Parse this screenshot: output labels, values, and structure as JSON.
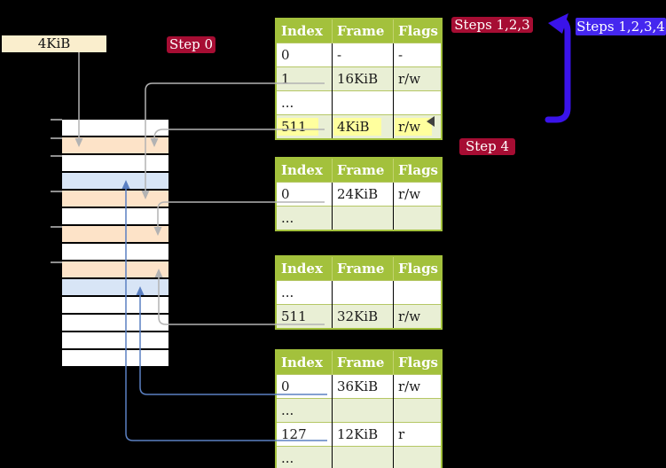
{
  "labels": {
    "frame_size_box": "4KiB",
    "step0": "Step 0",
    "steps_123": "Steps 1,2,3",
    "steps_1234": "Steps 1,2,3,4",
    "step4": "Step 4"
  },
  "colors": {
    "background": "#000000",
    "table_header_green": "#a3c13c",
    "table_row_light_green": "#e9efd5",
    "table_row_white": "#ffffff",
    "memory_page_table_peach": "#fde3c8",
    "memory_mapped_frame_blue": "#d8e5f6",
    "highlight_yellow": "#ffff9e",
    "step_label_red": "#a60d33",
    "steps_label_blue": "#4527ef",
    "connector_gray": "#b3b3b3",
    "connector_blue": "#5b80c2",
    "thick_arrow_blue": "#3a13ea",
    "frame_size_box_beige": "#faeecd"
  },
  "tables": [
    {
      "headers": [
        "Index",
        "Frame",
        "Flags"
      ],
      "rows": [
        {
          "cells": [
            "0",
            "-",
            "-"
          ],
          "shade": false,
          "highlight": false
        },
        {
          "cells": [
            "1",
            "16KiB",
            "r/w"
          ],
          "shade": true,
          "highlight": false
        },
        {
          "cells": [
            "...",
            "",
            ""
          ],
          "shade": false,
          "highlight": false
        },
        {
          "cells": [
            "511",
            "4KiB",
            "r/w"
          ],
          "shade": true,
          "highlight": true
        }
      ]
    },
    {
      "headers": [
        "Index",
        "Frame",
        "Flags"
      ],
      "rows": [
        {
          "cells": [
            "0",
            "24KiB",
            "r/w"
          ],
          "shade": false,
          "highlight": false
        },
        {
          "cells": [
            "...",
            "",
            ""
          ],
          "shade": true,
          "highlight": false
        }
      ]
    },
    {
      "headers": [
        "Index",
        "Frame",
        "Flags"
      ],
      "rows": [
        {
          "cells": [
            "...",
            "",
            ""
          ],
          "shade": false,
          "highlight": false
        },
        {
          "cells": [
            "511",
            "32KiB",
            "r/w"
          ],
          "shade": true,
          "highlight": false
        }
      ]
    },
    {
      "headers": [
        "Index",
        "Frame",
        "Flags"
      ],
      "rows": [
        {
          "cells": [
            "0",
            "36KiB",
            "r/w"
          ],
          "shade": false,
          "highlight": false
        },
        {
          "cells": [
            "...",
            "",
            ""
          ],
          "shade": true,
          "highlight": false
        },
        {
          "cells": [
            "127",
            "12KiB",
            "r"
          ],
          "shade": false,
          "highlight": false
        },
        {
          "cells": [
            "...",
            "",
            ""
          ],
          "shade": true,
          "highlight": false
        }
      ]
    }
  ],
  "memory_column": {
    "rows": [
      {
        "color": "white"
      },
      {
        "color": "peach"
      },
      {
        "color": "white"
      },
      {
        "color": "blue"
      },
      {
        "color": "peach"
      },
      {
        "color": "white"
      },
      {
        "color": "peach"
      },
      {
        "color": "white"
      },
      {
        "color": "peach"
      },
      {
        "color": "blue"
      },
      {
        "color": "white"
      },
      {
        "color": "white"
      },
      {
        "color": "white"
      },
      {
        "color": "white"
      }
    ]
  }
}
